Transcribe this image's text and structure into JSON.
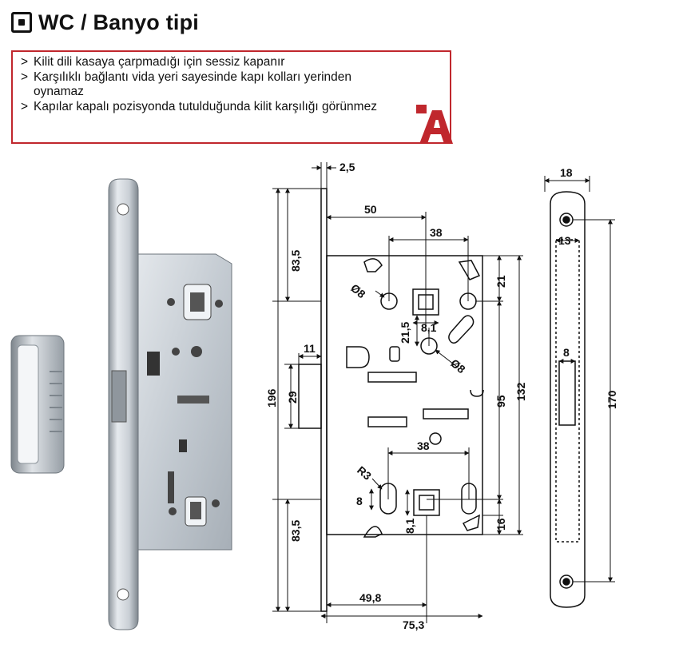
{
  "title": "WC / Banyo tipi",
  "title_icon": "square-dot-icon",
  "features": [
    {
      "bullet": ">",
      "text": "Kilit dili kasaya çarpmadığı için sessiz kapanır"
    },
    {
      "bullet": ">",
      "text": "Karşılıklı bağlantı vida yeri sayesinde kapı kolları yerinden oynamaz"
    },
    {
      "bullet": ">",
      "text": "Kapılar kapalı pozisyonda tutulduğunda kilit karşılığı görünmez"
    }
  ],
  "brand_logo": "brand-a-logo-icon",
  "colors": {
    "accent": "#c0272d",
    "line": "#111111",
    "metal": "#b9c0c7"
  },
  "dimensions": {
    "d2_5": "2,5",
    "d50": "50",
    "d38_top": "38",
    "d83_5_top": "83,5",
    "d21": "21",
    "d8_dia_top": "Ø8",
    "d21_5": "21,5",
    "d8_1_top": "8,1",
    "d8_dia_mid": "Ø8",
    "d11": "11",
    "d196": "196",
    "d29": "29",
    "d95": "95",
    "d132": "132",
    "d38_bottom": "38",
    "dR3": "R3",
    "d8_slot": "8",
    "d8_1_bottom": "8,1",
    "d16": "16",
    "d83_5_bottom": "83,5",
    "d49_8": "49,8",
    "d75_3": "75,3",
    "d18": "18",
    "d13": "13",
    "d8_plate": "8",
    "d170": "170"
  }
}
